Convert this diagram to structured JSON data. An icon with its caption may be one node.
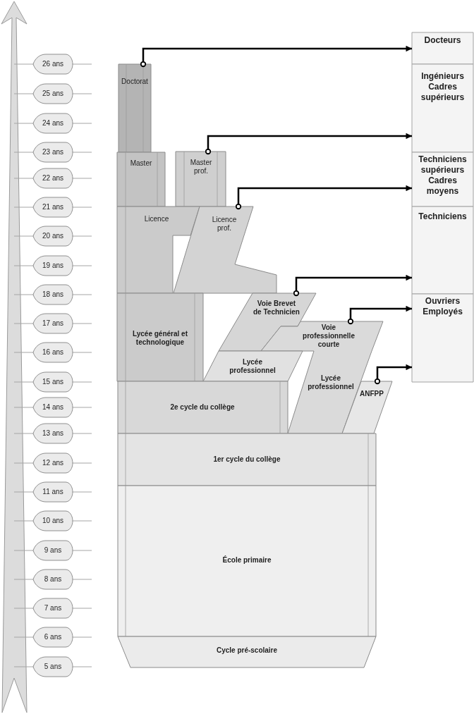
{
  "diagram": {
    "nodes": [
      {
        "text": [
          "26 ans"
        ]
      },
      {
        "text": [
          "25 ans"
        ]
      },
      {
        "text": [
          "24 ans"
        ]
      },
      {
        "text": [
          "23 ans"
        ]
      },
      {
        "text": [
          "22 ans"
        ]
      },
      {
        "text": [
          "21 ans"
        ]
      },
      {
        "text": [
          "20 ans"
        ]
      },
      {
        "text": [
          "19 ans"
        ]
      },
      {
        "text": [
          "18 ans"
        ]
      },
      {
        "text": [
          "17 ans"
        ]
      },
      {
        "text": [
          "16 ans"
        ]
      },
      {
        "text": [
          "15 ans"
        ]
      },
      {
        "text": [
          "14 ans"
        ]
      },
      {
        "text": [
          "13 ans"
        ]
      },
      {
        "text": [
          "12 ans"
        ]
      },
      {
        "text": [
          "11 ans"
        ]
      },
      {
        "text": [
          "10 ans"
        ]
      },
      {
        "text": [
          "9 ans"
        ]
      },
      {
        "text": [
          "8 ans"
        ]
      },
      {
        "text": [
          "7 ans"
        ]
      },
      {
        "text": [
          "6 ans"
        ]
      },
      {
        "text": [
          "5 ans"
        ]
      },
      {
        "text": [
          "Doctorat"
        ]
      },
      {
        "text": [
          "Master"
        ]
      },
      {
        "text": [
          "Master prof."
        ]
      },
      {
        "text": [
          "Licence"
        ]
      },
      {
        "text": [
          "Licence prof."
        ]
      },
      {
        "text": [
          "Lycée général et technologique"
        ]
      },
      {
        "text": [
          "Voie Brevet de Technicien"
        ]
      },
      {
        "text": [
          "Voie professionnelle courte"
        ]
      },
      {
        "text": [
          "Lycée professionnel"
        ]
      },
      {
        "text": [
          "Lycée professionnel"
        ]
      },
      {
        "text": [
          "ANFPP"
        ]
      },
      {
        "text": [
          "2e cycle du collège"
        ]
      },
      {
        "text": [
          "1er cycle du collège"
        ]
      },
      {
        "text": [
          "École primaire"
        ]
      },
      {
        "text": [
          "Cycle pré-scolaire"
        ]
      },
      {
        "text": [
          "Docteurs"
        ]
      },
      {
        "text": [
          "Ingénieurs Cadres supérieurs"
        ]
      },
      {
        "text": [
          "Techniciens supérieurs Cadres moyens"
        ]
      },
      {
        "text": [
          "Techniciens"
        ]
      },
      {
        "text": [
          "Ouvriers Employés"
        ]
      }
    ],
    "edges": [
      {
        "from": 22,
        "to": 37,
        "arrow": "to"
      },
      {
        "from": 24,
        "to": 38,
        "arrow": "to"
      },
      {
        "from": 26,
        "to": 39,
        "arrow": "to"
      },
      {
        "from": 28,
        "to": 40,
        "arrow": "to"
      },
      {
        "from": 29,
        "to": 41,
        "arrow": "to"
      },
      {
        "from": 32,
        "to": 41,
        "arrow": "to"
      }
    ]
  }
}
